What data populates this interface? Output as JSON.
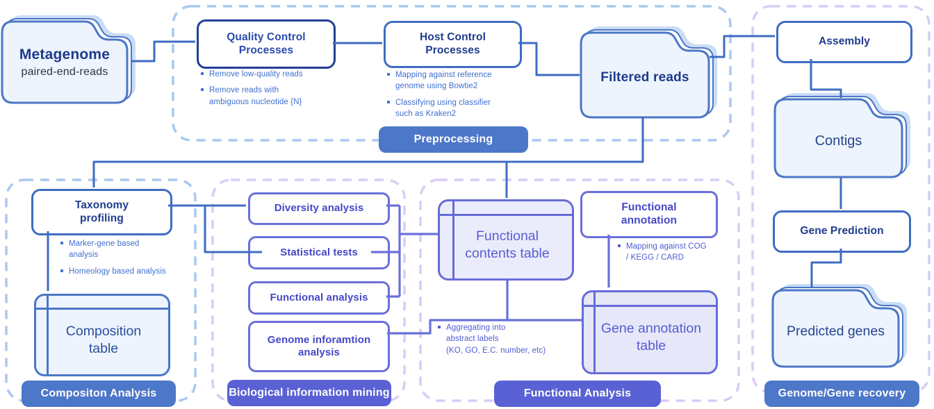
{
  "colors": {
    "navy_text": "#1f3c8c",
    "blue_arrow": "#3e6cc2",
    "blue_border": "#4b76c6",
    "folder_fill": "#edf4fd",
    "folder_shadow": "#c9ddf6",
    "bullet_blue": "#3e6fcf",
    "bullet_indigo": "#4d5cd4",
    "purple_border": "#6a6fd8",
    "purple_arrow": "#6b70da",
    "purple_text": "#4448c6",
    "table_purple_fill": "#ebecfb",
    "badge_blue": "#4d77c8",
    "badge_purple": "#5a61d4",
    "dash_blue": "#a9c8f0",
    "dash_lavender": "#d9ccf6"
  },
  "nodes": {
    "metagenome": {
      "title": "Metagenome",
      "subtitle": "paired-end-reads"
    },
    "quality_control": {
      "title": "Quality Control Processes",
      "bullets": [
        "Remove low-quality reads",
        "Remove reads with ambiguous nucleotide {N}"
      ]
    },
    "host_control": {
      "title": "Host Control Processes",
      "bullets": [
        "Mapping against reference genome using Bowtie2",
        "Classifying using classifier such as Kraken2"
      ]
    },
    "filtered_reads": {
      "title": "Filtered reads"
    },
    "assembly": {
      "title": "Assembly"
    },
    "contigs": {
      "title": "Contigs"
    },
    "gene_prediction": {
      "title": "Gene Prediction"
    },
    "predicted_genes": {
      "title": "Predicted genes"
    },
    "taxonomy_profiling": {
      "title": "Taxonomy profiling",
      "bullets": [
        "Marker-gene based analysis",
        "Homeology based analysis"
      ]
    },
    "composition_table": {
      "title": "Composition table"
    },
    "diversity_analysis": {
      "title": "Diversity analysis"
    },
    "statistical_tests": {
      "title": "Statistical tests"
    },
    "functional_analysis": {
      "title": "Functional analysis"
    },
    "genome_information_analysis": {
      "title": "Genome inforamtion analysis"
    },
    "functional_contents_table": {
      "title": "Functional contents table"
    },
    "functional_annotation": {
      "title": "Functional annotation",
      "bullets": [
        "Mapping against COG / KEGG / CARD"
      ]
    },
    "gene_annotation_table": {
      "title": "Gene annotation table"
    },
    "aggregation_note": {
      "lines": [
        "Aggregating into",
        "abstract labels",
        "(KO, GO, E.C. number, etc)"
      ]
    }
  },
  "badges": {
    "preprocessing": "Preprocessing",
    "composition_analysis": "Compositon Analysis",
    "biological_information_mining": "Biological information mining",
    "functional_analysis": "Functional Analysis",
    "genome_gene_recovery": "Genome/Gene recovery"
  }
}
